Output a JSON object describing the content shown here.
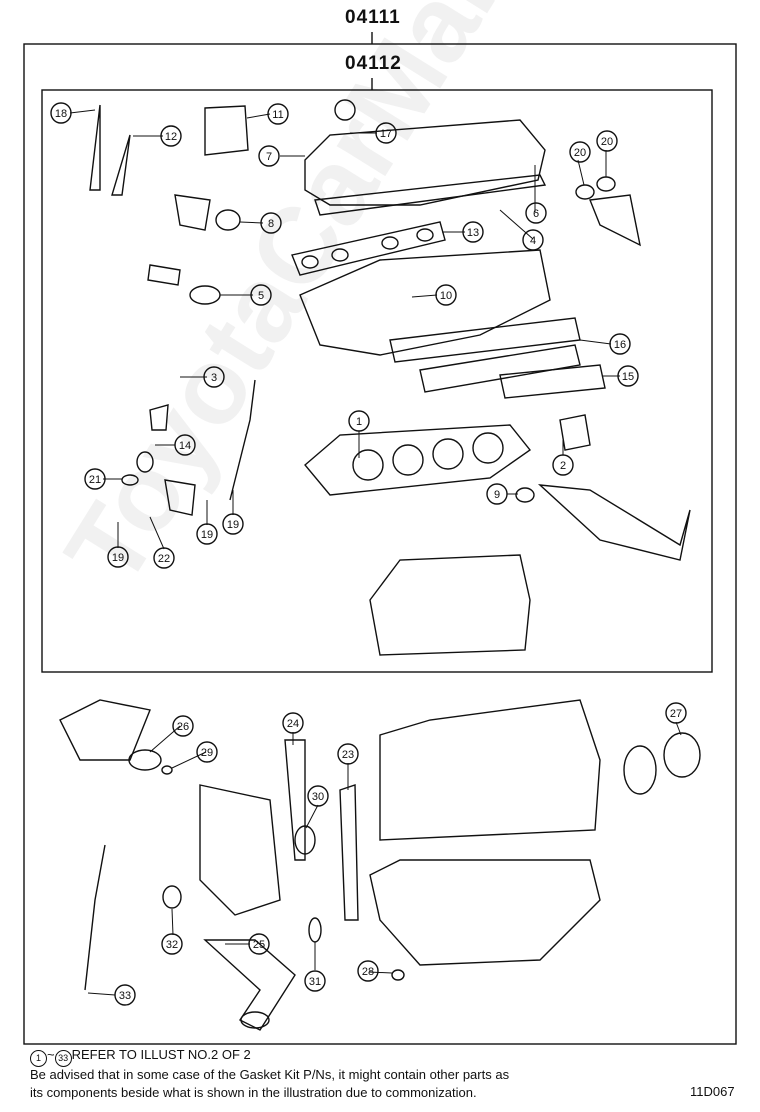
{
  "titles": {
    "outer": "04111",
    "inner": "04112"
  },
  "callouts": [
    "1",
    "2",
    "3",
    "4",
    "5",
    "6",
    "7",
    "8",
    "9",
    "10",
    "11",
    "12",
    "13",
    "14",
    "15",
    "16",
    "17",
    "18",
    "19",
    "19",
    "19",
    "20",
    "20",
    "21",
    "22",
    "23",
    "24",
    "25",
    "26",
    "27",
    "28",
    "29",
    "30",
    "31",
    "32",
    "33"
  ],
  "notes": {
    "range_start": "1",
    "range_sep": "~",
    "range_end": "33",
    "line1_text": "REFER TO ILLUST NO.2 OF 2",
    "line2": "Be advised that in some case of the Gasket Kit P/Ns,  it might contain other parts as",
    "line3": "its components beside what is shown in the illustration due to commonization."
  },
  "diagram_code": "11D067",
  "watermark": "ToyotaCarManual.ru"
}
